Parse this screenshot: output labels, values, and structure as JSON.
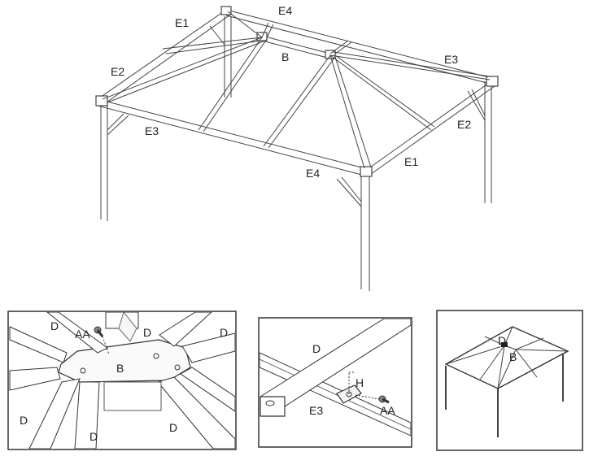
{
  "main": {
    "labels": {
      "e1_top": "E1",
      "e4_top": "E4",
      "b_top": "B",
      "e2_left": "E2",
      "e3_right": "E3",
      "e3_left": "E3",
      "e2_right": "E2",
      "e1_front": "E1",
      "e4_front": "E4"
    }
  },
  "detail_hub": {
    "labels": {
      "d_top_left": "D",
      "aa": "AA",
      "d_top_mid": "D",
      "d_top_right": "D",
      "b": "B",
      "d_bottom_left": "D",
      "d_bottom_mid": "D",
      "d_bottom_right": "D"
    }
  },
  "detail_bracket": {
    "labels": {
      "d": "D",
      "h": "H",
      "e3": "E3",
      "aa": "AA"
    }
  },
  "detail_overview": {
    "labels": {
      "d": "D",
      "b": "B"
    }
  }
}
